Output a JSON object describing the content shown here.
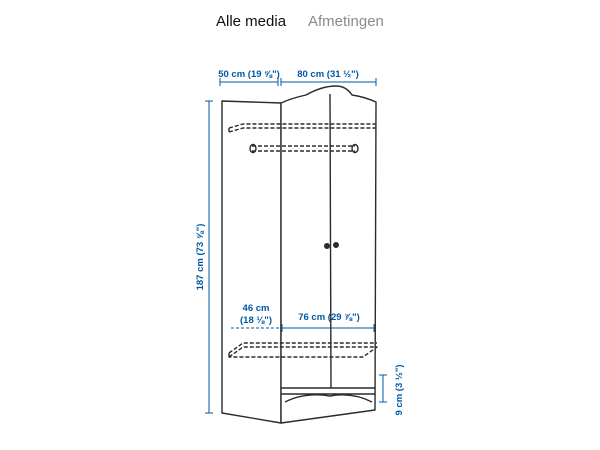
{
  "tabs": {
    "all_media": "Alle media",
    "dimensions": "Afmetingen"
  },
  "dimensions": {
    "depth_top": "50 cm (19 ⅝\")",
    "width_top": "80 cm (31 ½\")",
    "height": "187 cm (73 ⅝\")",
    "inner_depth_line1": "46 cm",
    "inner_depth_line2": "(18 ⅛\")",
    "inner_width": "76 cm (29 ⅞\")",
    "plinth_height": "9 cm (3 ½\")"
  },
  "colors": {
    "dimension_accent": "#0058a3",
    "line_art": "#2b2b2b",
    "tab_active": "#111111",
    "tab_inactive": "#8a8a8a"
  }
}
